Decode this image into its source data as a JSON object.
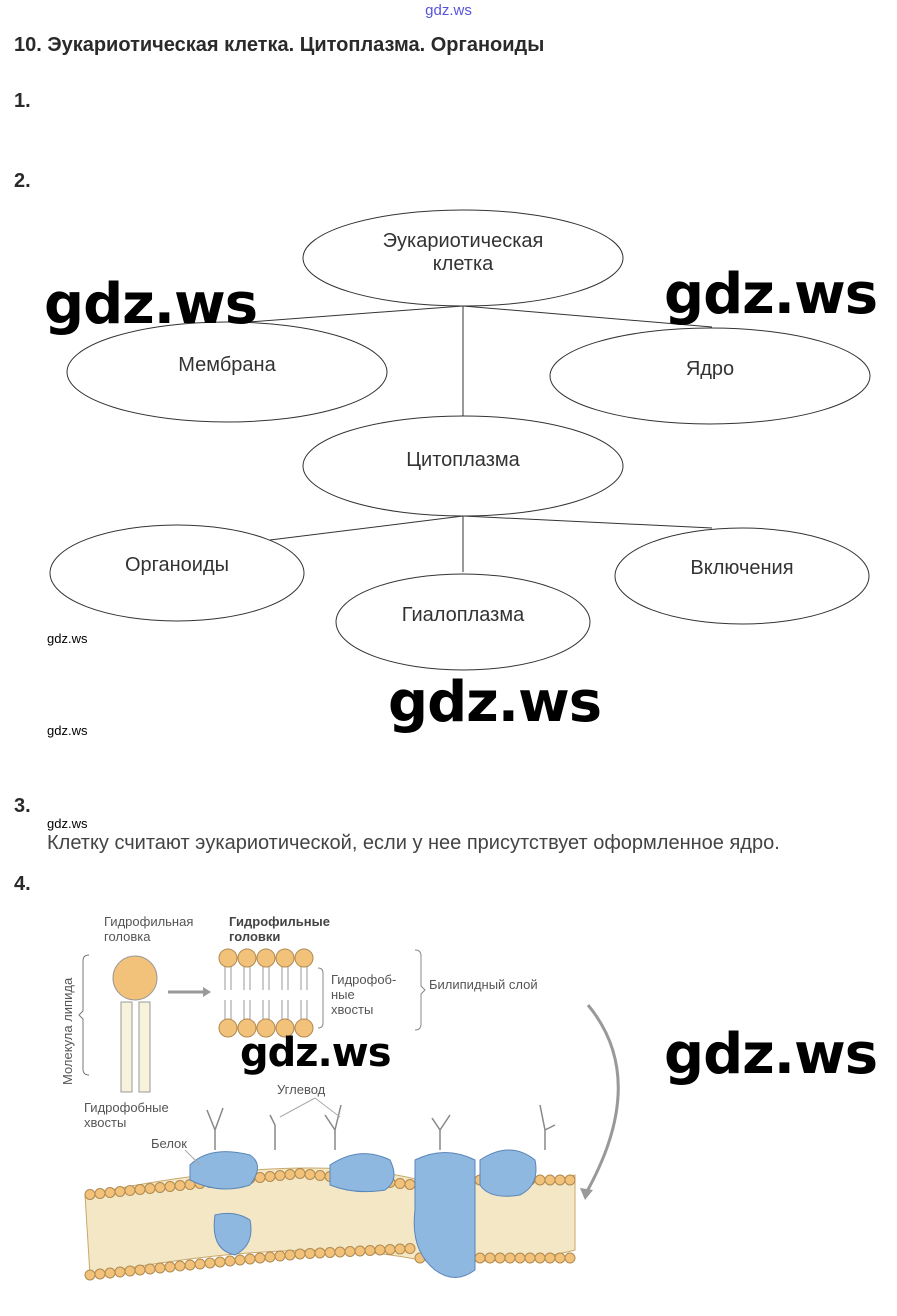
{
  "watermark_top": "gdz.ws",
  "title": "10. Эукариотическая клетка. Цитоплазма. Органоиды",
  "items": [
    "1.",
    "2.",
    "3.",
    "4."
  ],
  "watermarks": [
    "gdz.ws",
    "gdz.ws",
    "gdz.ws",
    "gdz.ws",
    "gdz.ws"
  ],
  "small_marks": [
    "gdz.ws",
    "gdz.ws",
    "gdz.ws"
  ],
  "diagram": {
    "root": "Эукариотическая клетка",
    "membrane": "Мембрана",
    "nucleus": "Ядро",
    "cytoplasm": "Цитоплазма",
    "organoids": "Органоиды",
    "hyaloplasm": "Гиалоплазма",
    "inclusions": "Включения"
  },
  "answer3": "Клетку считают эукариотической, если у нее присутствует оформленное ядро.",
  "figure": {
    "hydrophilic_head": [
      "Гидрофильная",
      "головка"
    ],
    "hydrophilic_heads": [
      "Гидрофильные",
      "головки"
    ],
    "hydrophobic_tails_mid": [
      "Гидрофоб-",
      "ные",
      "хвосты"
    ],
    "bilipid_layer": "Билипидный слой",
    "lipid_molecule": "Молекула липида",
    "hydrophobic_tails": [
      "Гидрофобные",
      "хвосты"
    ],
    "carbohydrate": "Углевод",
    "protein": "Белок",
    "colors": {
      "head": "#f2c27a",
      "protein": "#8fb8e0"
    }
  }
}
